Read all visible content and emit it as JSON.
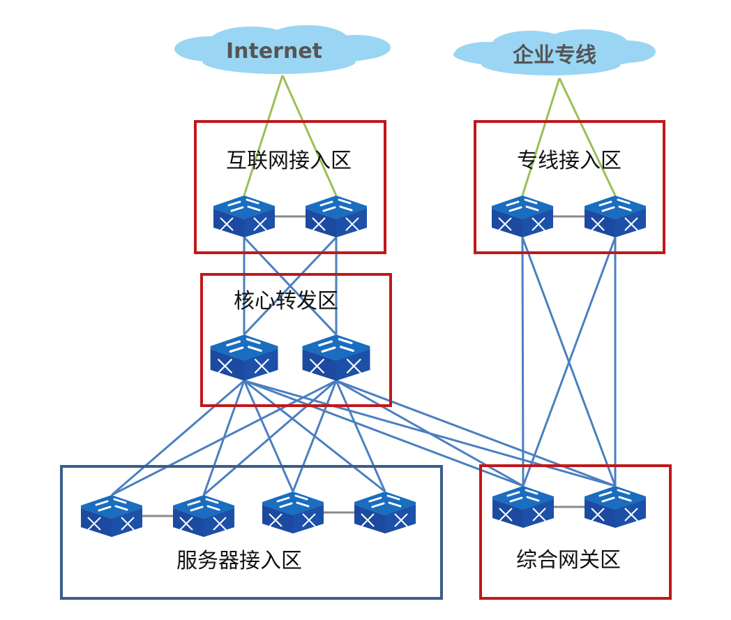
{
  "diagram": {
    "type": "network-topology",
    "colors": {
      "cloud_fill": "#9ad6f4",
      "cloud_text": "#555555",
      "zone_border_red": "#c0181a",
      "zone_border_blue": "#3a5d8c",
      "link_blue": "#4a7fc0",
      "link_green": "#9bbf55",
      "link_gray": "#8a8a8a",
      "switch_top": "#1a6dbf",
      "switch_side": "#1b4aa0"
    },
    "clouds": [
      {
        "id": "internet",
        "label": "Internet"
      },
      {
        "id": "leased",
        "label": "企业专线"
      }
    ],
    "zones": [
      {
        "id": "internet-access",
        "label": "互联网接入区",
        "border": "red"
      },
      {
        "id": "leased-access",
        "label": "专线接入区",
        "border": "red"
      },
      {
        "id": "core",
        "label": "核心转发区",
        "border": "red"
      },
      {
        "id": "server-access",
        "label": "服务器接入区",
        "border": "blue"
      },
      {
        "id": "gateway",
        "label": "综合网关区",
        "border": "red"
      }
    ],
    "switches": [
      {
        "id": "ia1",
        "zone": "internet-access"
      },
      {
        "id": "ia2",
        "zone": "internet-access"
      },
      {
        "id": "la1",
        "zone": "leased-access"
      },
      {
        "id": "la2",
        "zone": "leased-access"
      },
      {
        "id": "c1",
        "zone": "core"
      },
      {
        "id": "c2",
        "zone": "core"
      },
      {
        "id": "s1",
        "zone": "server-access"
      },
      {
        "id": "s2",
        "zone": "server-access"
      },
      {
        "id": "s3",
        "zone": "server-access"
      },
      {
        "id": "s4",
        "zone": "server-access"
      },
      {
        "id": "g1",
        "zone": "gateway"
      },
      {
        "id": "g2",
        "zone": "gateway"
      }
    ],
    "links": [
      {
        "from": "internet",
        "to": "ia1",
        "kind": "green"
      },
      {
        "from": "internet",
        "to": "ia2",
        "kind": "green"
      },
      {
        "from": "leased",
        "to": "la1",
        "kind": "green"
      },
      {
        "from": "leased",
        "to": "la2",
        "kind": "green"
      },
      {
        "from": "ia1",
        "to": "ia2",
        "kind": "gray"
      },
      {
        "from": "la1",
        "to": "la2",
        "kind": "gray"
      },
      {
        "from": "s1",
        "to": "s2",
        "kind": "gray"
      },
      {
        "from": "s3",
        "to": "s4",
        "kind": "gray"
      },
      {
        "from": "g1",
        "to": "g2",
        "kind": "gray"
      },
      {
        "from": "ia1",
        "to": "c1",
        "kind": "blue"
      },
      {
        "from": "ia1",
        "to": "c2",
        "kind": "blue"
      },
      {
        "from": "ia2",
        "to": "c1",
        "kind": "blue"
      },
      {
        "from": "ia2",
        "to": "c2",
        "kind": "blue"
      },
      {
        "from": "la1",
        "to": "g1",
        "kind": "blue"
      },
      {
        "from": "la1",
        "to": "g2",
        "kind": "blue"
      },
      {
        "from": "la2",
        "to": "g1",
        "kind": "blue"
      },
      {
        "from": "la2",
        "to": "g2",
        "kind": "blue"
      },
      {
        "from": "c1",
        "to": "s1",
        "kind": "blue"
      },
      {
        "from": "c1",
        "to": "s2",
        "kind": "blue"
      },
      {
        "from": "c1",
        "to": "s3",
        "kind": "blue"
      },
      {
        "from": "c1",
        "to": "s4",
        "kind": "blue"
      },
      {
        "from": "c2",
        "to": "s1",
        "kind": "blue"
      },
      {
        "from": "c2",
        "to": "s2",
        "kind": "blue"
      },
      {
        "from": "c2",
        "to": "s3",
        "kind": "blue"
      },
      {
        "from": "c2",
        "to": "s4",
        "kind": "blue"
      },
      {
        "from": "c1",
        "to": "g1",
        "kind": "blue"
      },
      {
        "from": "c1",
        "to": "g2",
        "kind": "blue"
      },
      {
        "from": "c2",
        "to": "g1",
        "kind": "blue"
      },
      {
        "from": "c2",
        "to": "g2",
        "kind": "blue"
      }
    ]
  }
}
